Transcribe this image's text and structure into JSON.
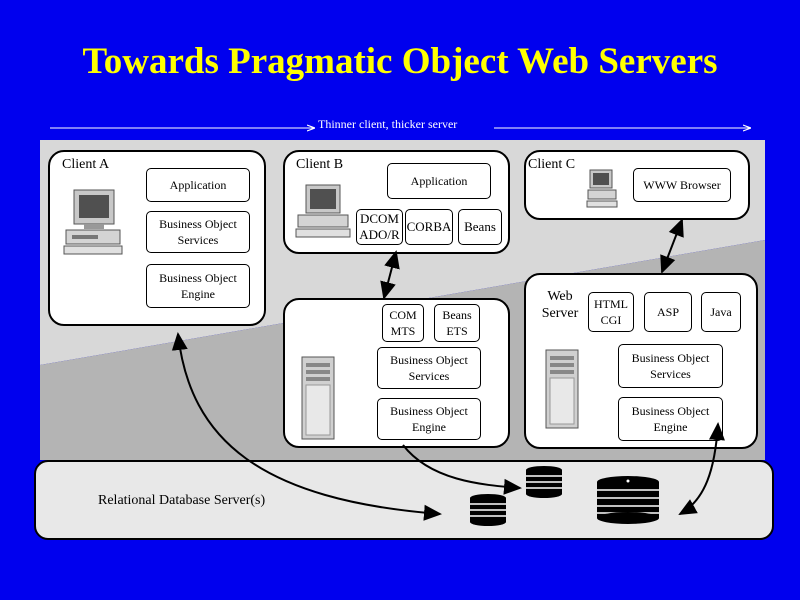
{
  "title": "Towards Pragmatic Object Web Servers",
  "subtitle": "Thinner client, thicker server",
  "client_a": {
    "label": "Client A",
    "application": "Application",
    "bos_l1": "Business Object",
    "bos_l2": "Services",
    "boe_l1": "Business Object",
    "boe_l2": "Engine"
  },
  "client_b": {
    "label": "Client B",
    "application": "Application",
    "dcom": "DCOM",
    "ador": "ADO/R",
    "corba": "CORBA",
    "beans": "Beans"
  },
  "client_c": {
    "label": "Client C",
    "browser": "WWW Browser"
  },
  "server_b": {
    "com": "COM",
    "mts": "MTS",
    "beans": "Beans",
    "ets": "ETS",
    "bos_l1": "Business Object",
    "bos_l2": "Services",
    "boe_l1": "Business Object",
    "boe_l2": "Engine"
  },
  "web_server": {
    "label_l1": "Web",
    "label_l2": "Server",
    "html": "HTML",
    "cgi": "CGI",
    "asp": "ASP",
    "java": "Java",
    "bos_l1": "Business Object",
    "bos_l2": "Services",
    "boe_l1": "Business Object",
    "boe_l2": "Engine"
  },
  "database": {
    "label": "Relational Database Server(s)"
  },
  "colors": {
    "background": "#0000ee",
    "title": "#ffff00",
    "panel_light": "#d8d8d8",
    "panel_dark": "#b4b4b4"
  }
}
